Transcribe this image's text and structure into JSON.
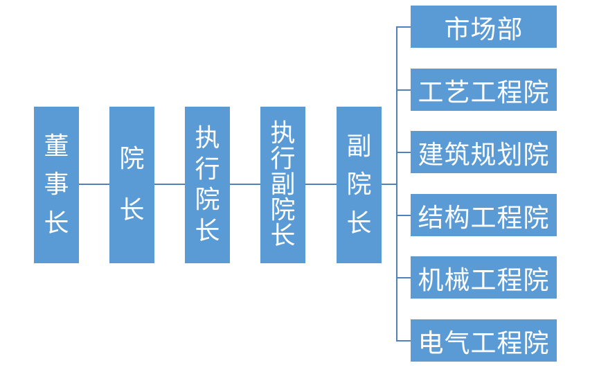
{
  "diagram": {
    "kind": "org-chart",
    "background_color": "#ffffff",
    "box_fill_color": "#5b9bd5",
    "box_text_color": "#ffffff",
    "connector_color": "#4f81bd",
    "chain": [
      {
        "label": "董事长"
      },
      {
        "label": "院长"
      },
      {
        "label": "执行院长"
      },
      {
        "label": "执行副院长"
      },
      {
        "label": "副院长"
      }
    ],
    "branches": [
      {
        "label": "市场部"
      },
      {
        "label": "工艺工程院"
      },
      {
        "label": "建筑规划院"
      },
      {
        "label": "结构工程院"
      },
      {
        "label": "机械工程院"
      },
      {
        "label": "电气工程院"
      }
    ]
  }
}
